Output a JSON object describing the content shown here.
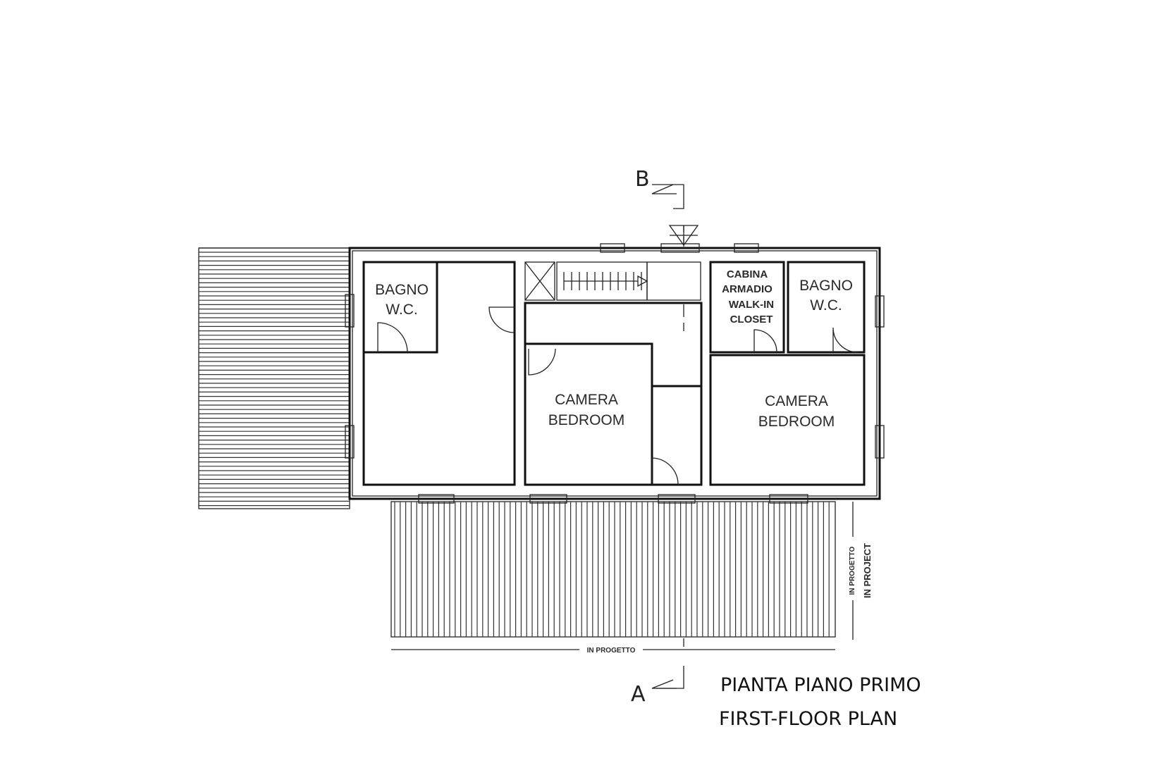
{
  "sections": {
    "b": "B",
    "a": "A"
  },
  "rooms": {
    "bagno_1": [
      "BAGNO",
      "W.C."
    ],
    "cabina": [
      "CABINA",
      "ARMADIO",
      "WALK-IN",
      "CLOSET"
    ],
    "bagno_2": [
      "BAGNO",
      "W.C."
    ],
    "camera_1": [
      "CAMERA",
      "BEDROOM"
    ],
    "camera_2": [
      "CAMERA",
      "BEDROOM"
    ]
  },
  "dimensions": {
    "horizontal": "IN PROGETTO",
    "vertical_1": "IN PROGETTO",
    "vertical_2": "IN PROJECT"
  },
  "title": {
    "line1": "PIANTA PIANO PRIMO",
    "line2": "FIRST-FLOOR PLAN"
  }
}
